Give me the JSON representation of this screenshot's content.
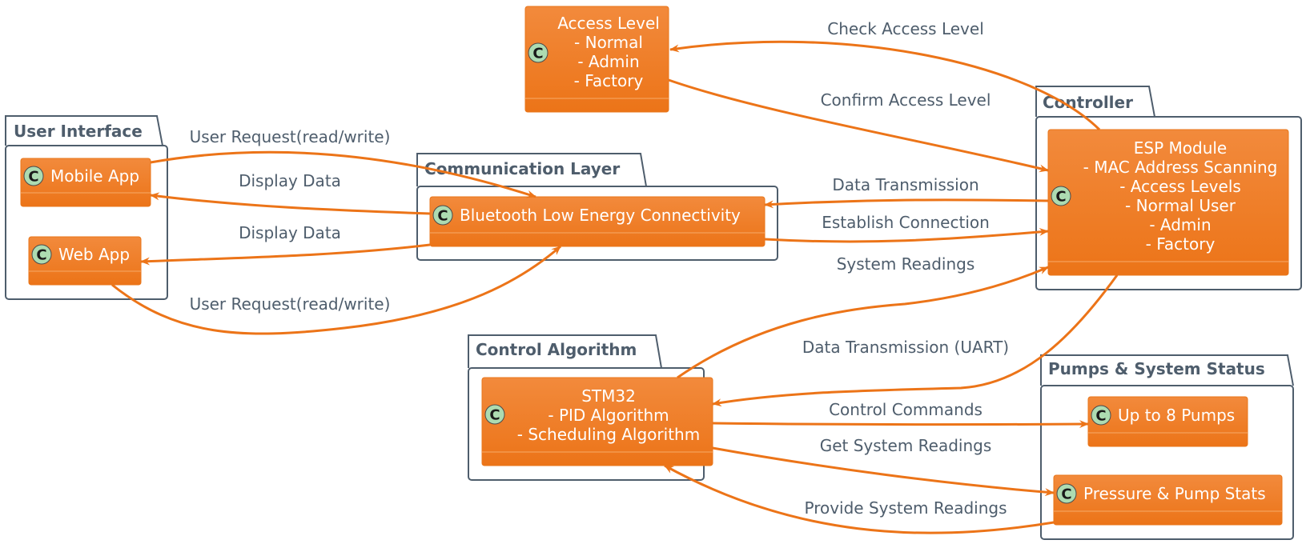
{
  "packages": {
    "user_interface": "User Interface",
    "communication_layer": "Communication Layer",
    "controller": "Controller",
    "control_algorithm": "Control Algorithm",
    "pumps_status": "Pumps & System Status"
  },
  "classes": {
    "access_level": [
      "Access Level",
      "- Normal",
      "- Admin",
      "- Factory"
    ],
    "mobile_app": [
      "Mobile App"
    ],
    "web_app": [
      "Web App"
    ],
    "ble": [
      "Bluetooth Low Energy Connectivity"
    ],
    "esp": [
      "ESP Module",
      "- MAC Address Scanning",
      "- Access Levels",
      "- Normal User",
      "- Admin",
      "- Factory"
    ],
    "stm32": [
      "STM32",
      "- PID Algorithm",
      "- Scheduling Algorithm"
    ],
    "pumps": [
      "Up to 8 Pumps"
    ],
    "pressure": [
      "Pressure & Pump Stats"
    ]
  },
  "class_icon_letter": "C",
  "edges": {
    "check_access": "Check Access Level",
    "confirm_access": "Confirm Access Level",
    "user_request_mobile": "User Request(read/write)",
    "display_mobile": "Display Data",
    "display_web": "Display Data",
    "user_request_web": "User Request(read/write)",
    "data_transmission": "Data Transmission",
    "establish_connection": "Establish Connection",
    "system_readings": "System Readings",
    "data_uart": "Data Transmission (UART)",
    "control_commands": "Control Commands",
    "get_readings": "Get System Readings",
    "provide_readings": "Provide System Readings"
  },
  "colors": {
    "class_fill_top": "#f28a3c",
    "class_fill_bottom": "#ec7418",
    "edge": "#ec7418",
    "text_dark": "#4e5d6c",
    "icon_fill": "#addbb1"
  }
}
